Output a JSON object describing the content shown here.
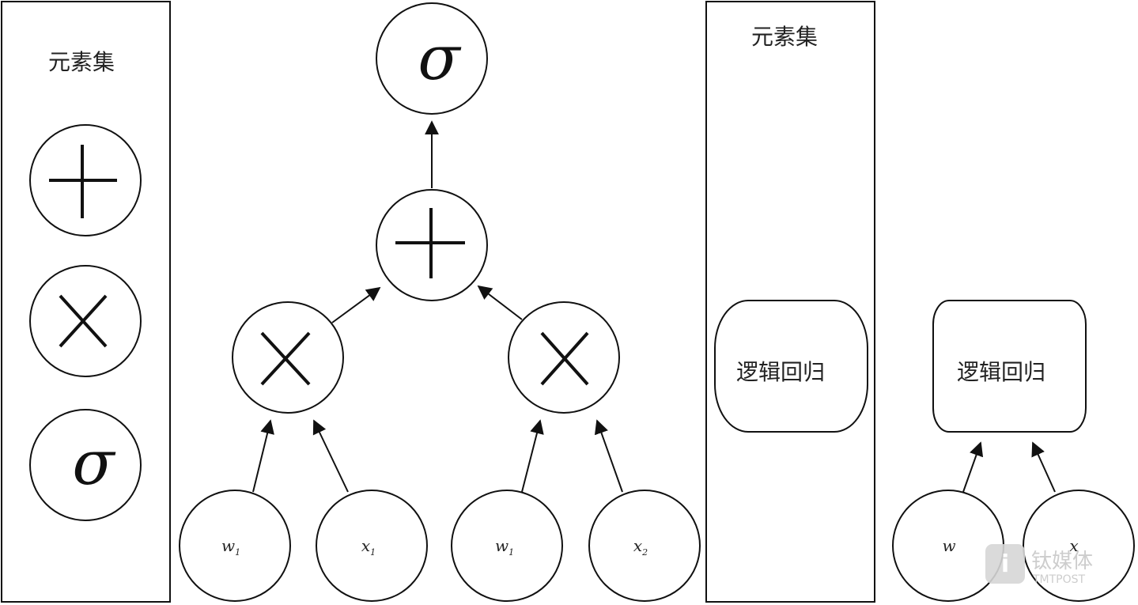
{
  "left_panel": {
    "title": "元素集",
    "elements": [
      "+",
      "×",
      "σ"
    ]
  },
  "graph": {
    "top_node": "σ",
    "sum_node": "+",
    "mult_nodes": [
      "×",
      "×"
    ],
    "inputs": [
      {
        "base": "w",
        "sub": "1"
      },
      {
        "base": "x",
        "sub": "1"
      },
      {
        "base": "w",
        "sub": "1"
      },
      {
        "base": "x",
        "sub": "2"
      }
    ]
  },
  "right_panel": {
    "title": "元素集",
    "block_label": "逻辑回归"
  },
  "right_graph": {
    "block_label": "逻辑回归",
    "inputs": [
      {
        "base": "w"
      },
      {
        "base": "x"
      }
    ]
  },
  "watermark": {
    "text": "钛媒体",
    "subtext": "TMTPOST"
  }
}
